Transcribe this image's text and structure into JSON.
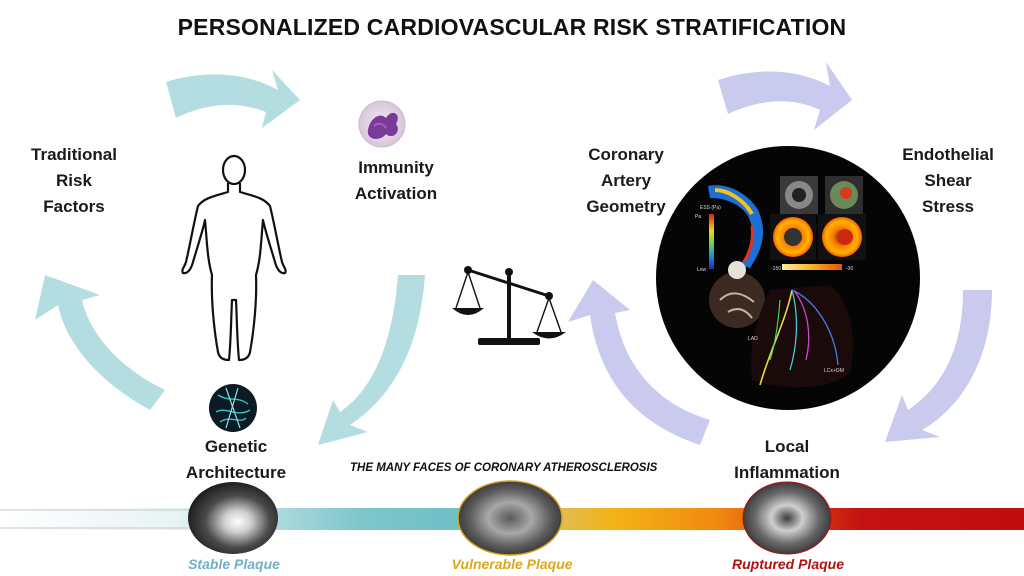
{
  "title": "PERSONALIZED CARDIOVASCULAR RISK STRATIFICATION",
  "subtitle": "THE MANY FACES OF CORONARY ATHEROSCLEROSIS",
  "left_cycle": {
    "traditional": [
      "Traditional",
      "Risk",
      "Factors"
    ],
    "immunity": [
      "Immunity",
      "Activation"
    ],
    "genetic": [
      "Genetic",
      "Architecture"
    ],
    "arrow_color": "#b3dde0",
    "icons": [
      "human-body-icon",
      "neutrophil-cell-icon",
      "dna-network-icon"
    ]
  },
  "right_cycle": {
    "coronary": [
      "Coronary",
      "Artery",
      "Geometry"
    ],
    "endothelial": [
      "Endothelial",
      "Shear",
      "Stress"
    ],
    "local": [
      "Local",
      "Inflammation"
    ],
    "arrow_color": "#c9caee",
    "image_panel": {
      "tick_top": "ESS (Pa)",
      "tick_mid": "Pa",
      "tick_bottom": "Low",
      "scale_left": "-150",
      "scale_right": "-30",
      "vessel_labels": [
        "LAD",
        "LCx+OM"
      ]
    }
  },
  "balance_icon": "balance-scale-icon",
  "plaques": [
    {
      "label": "Stable Plaque",
      "color": "#6fb0c4"
    },
    {
      "label": "Vulnerable Plaque",
      "color": "#e0a51f"
    },
    {
      "label": "Ruptured Plaque",
      "color": "#b31010"
    }
  ]
}
